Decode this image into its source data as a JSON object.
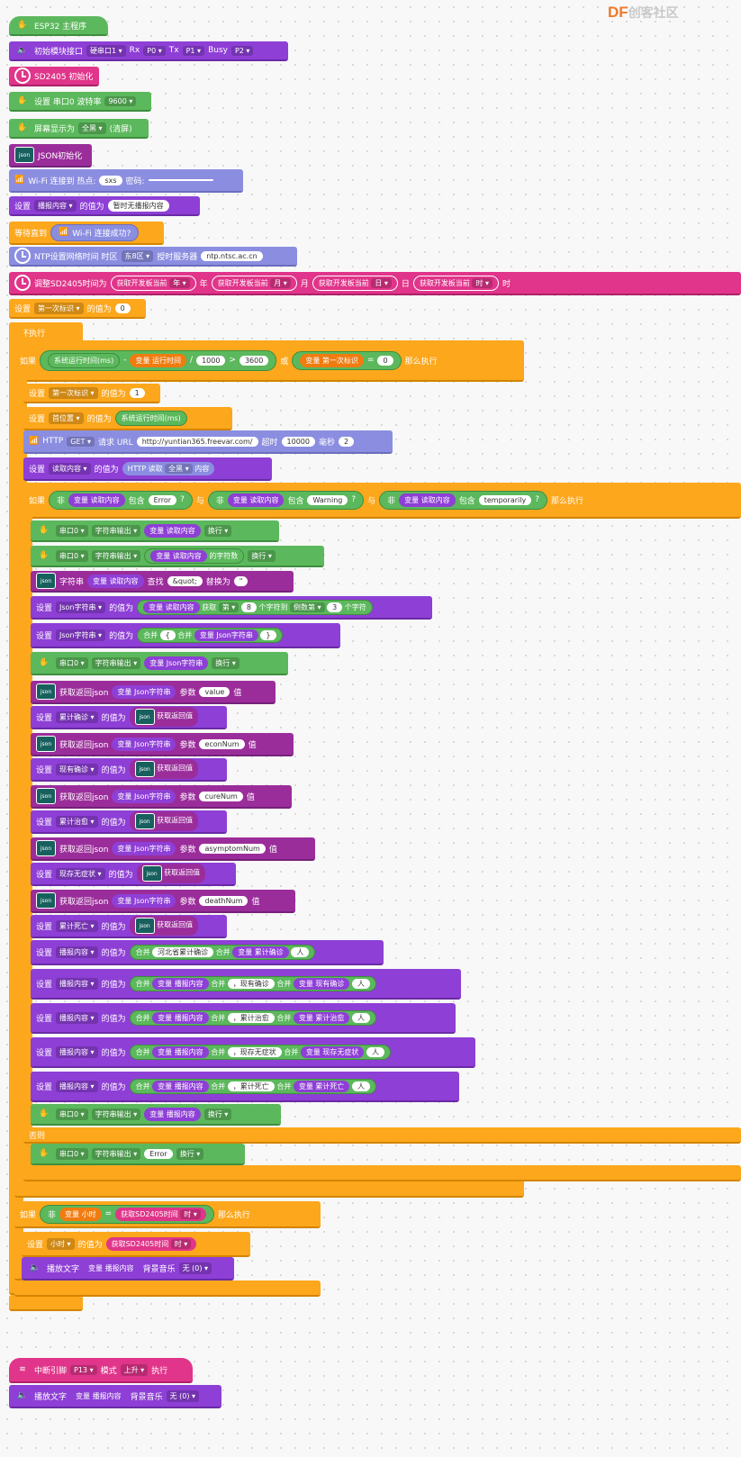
{
  "logo": {
    "brand": "DF",
    "suffix": "创客社区"
  },
  "top": {
    "main": "ESP32 主程序",
    "mp3": "初始模块接口",
    "hw": "硬串口1",
    "rx": "Rx",
    "p0": "P0",
    "tx": "Tx",
    "p1": "P1",
    "busy": "Busy",
    "p2": "P2",
    "sd_init": "SD2405 初始化",
    "serial": "设置 串口0 波特率",
    "baud": "9600",
    "screen": "屏幕显示为",
    "all": "全黑",
    "clear": "(清屏)",
    "json_init": "JSON初始化",
    "wifi": "Wi-Fi 连接到 热点:",
    "ssid": "sxs",
    "pwd": "密码:",
    "pwd_val": "",
    "set": "设置",
    "bc": "播报内容",
    "val": "的值为",
    "bc_default": "暂时无播报内容",
    "wait": "等待直到",
    "wifi_ok": "Wi-Fi 连接成功?",
    "ntp": "NTP设置网络时间 时区",
    "tz": "东8区",
    "srv": "授时服务器",
    "ntp_srv": "ntp.ntsc.ac.cn",
    "adj": "调整SD2405时间为",
    "get_cur": "获取开发板当前",
    "year": "年",
    "month": "月",
    "day": "日",
    "hour": "时",
    "first_flag": "第一次标识",
    "zero": "0"
  },
  "loop": {
    "label": "循环执行",
    "if": "如果",
    "run_ms": "系统运行时间(ms)",
    "minus": "-",
    "var": "变量",
    "run_t": "运行时间",
    "div": "/",
    "k": "1000",
    "gt": ">",
    "n3600": "3600",
    "or": "或",
    "eq": "=",
    "then": "那么执行",
    "one": "1",
    "first_pos": "首位置",
    "http": "HTTP",
    "get": "GET",
    "req": "请求 URL",
    "url": "http://yuntian365.freevar.com/",
    "timeout": "超时",
    "to_ms": "10000",
    "ms": "毫秒",
    "two": "2",
    "read": "读取内容",
    "http_read": "HTTP 读取",
    "content": "内容",
    "not": "非",
    "contains": "包含",
    "err": "Error",
    "and": "与",
    "warn": "Warning",
    "temp": "temporarily",
    "q": "?",
    "port0": "串口0",
    "str_out": "字符串输出",
    "newline": "换行",
    "char_count": "的字符数",
    "str": "字符串",
    "find": "查找",
    "quot": "&quot;",
    "replace": "替换为",
    "dq": "\"",
    "json_str": "Json字符串",
    "take": "获取",
    "nth": "第",
    "eight": "8",
    "char_to": "个字符到",
    "from_end": "倒数第",
    "three": "3",
    "chars": "个字符",
    "merge": "合并",
    "lb": "{",
    "rb": "}",
    "get_json": "获取返回json",
    "param": "参数",
    "value": "value",
    "val_word": "值",
    "ret": "获取返回值",
    "acc": "累计确诊",
    "econ": "econNum",
    "cur": "现有确诊",
    "cure": "cureNum",
    "cured": "累计治愈",
    "asym": "asymptomNum",
    "asym_v": "现存无症状",
    "death": "deathNum",
    "dead": "累计死亡",
    "hb_total": "河北省累计确诊",
    "ren": "人",
    "c_cur": "，现有确诊",
    "c_cured": "，累计治愈",
    "c_asym": "，现存无症状",
    "c_dead": "，累计死亡",
    "else": "否则",
    "err_out": "Error",
    "hour_var": "小时",
    "get_sd": "获取SD2405时间",
    "hr": "时",
    "play": "播放文字",
    "bgm": "背景音乐",
    "none": "无 (0)"
  },
  "intr": {
    "label": "中断引脚",
    "pin": "P13",
    "mode": "模式",
    "rise": "上升",
    "exec": "执行"
  }
}
